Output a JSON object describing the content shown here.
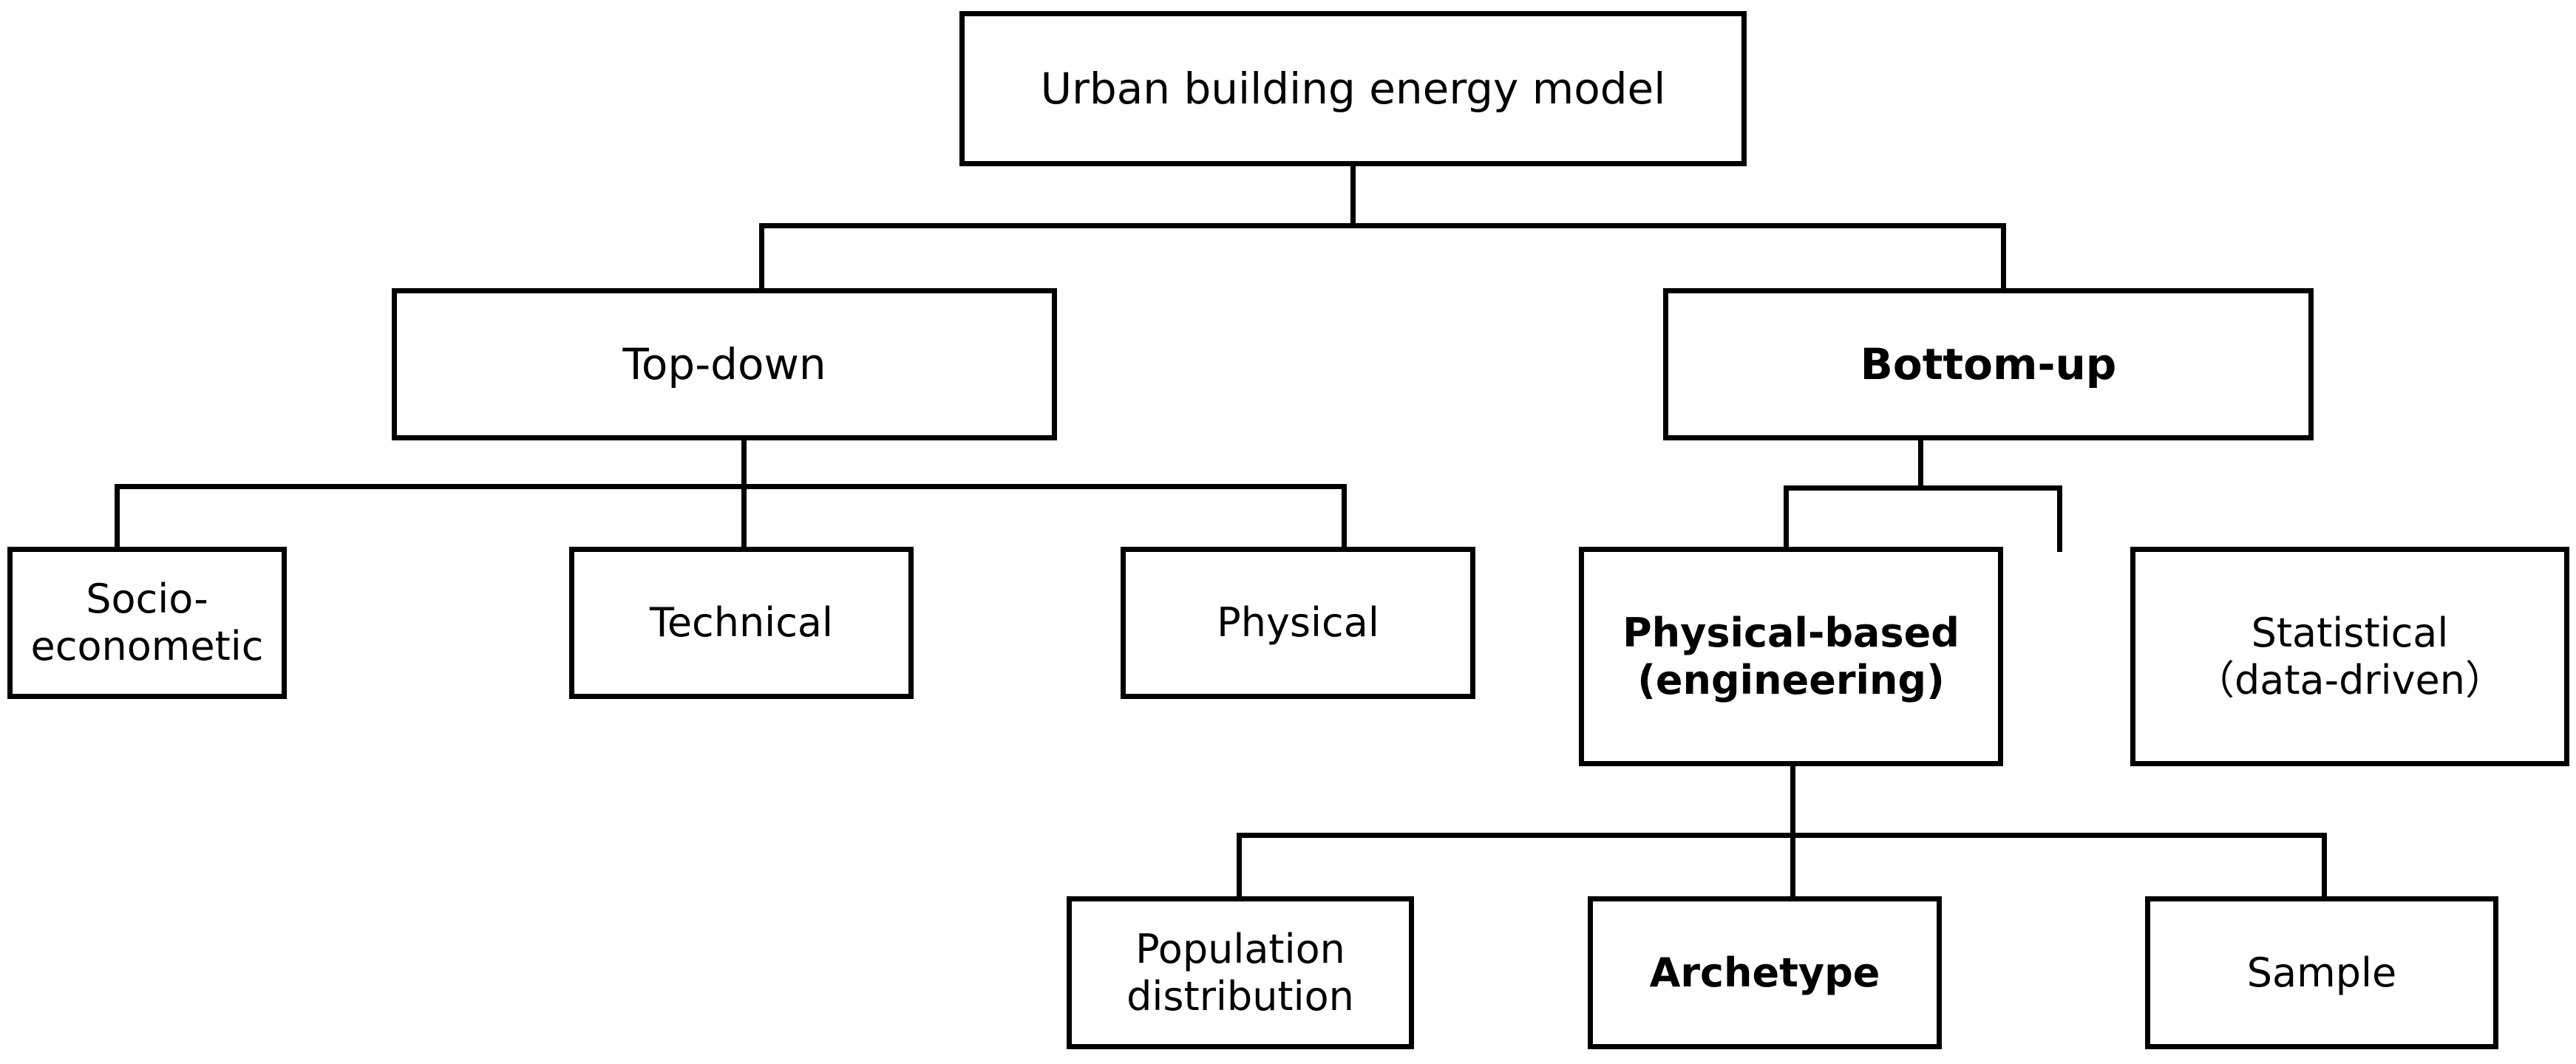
{
  "diagram": {
    "title": "Urban building energy model classification tree",
    "line_color": "#000000",
    "box_fill": "#ffffff",
    "text_color": "#000000"
  },
  "nodes": {
    "root": {
      "label": "Urban building energy model",
      "weight": "regular"
    },
    "top_down": {
      "label": "Top-down",
      "weight": "regular"
    },
    "bottom_up": {
      "label": "Bottom-up",
      "weight": "bold"
    },
    "socio_econometic": {
      "label": "Socio-\neconometic",
      "weight": "regular"
    },
    "technical": {
      "label": "Technical",
      "weight": "regular"
    },
    "physical": {
      "label": "Physical",
      "weight": "regular"
    },
    "physical_based": {
      "label": "Physical-based\n(engineering)",
      "weight": "bold"
    },
    "statistical": {
      "label": "Statistical\n（data-driven）",
      "weight": "regular"
    },
    "population_distribution": {
      "label": "Population\ndistribution",
      "weight": "regular"
    },
    "archetype": {
      "label": "Archetype",
      "weight": "bold"
    },
    "sample": {
      "label": "Sample",
      "weight": "regular"
    }
  }
}
